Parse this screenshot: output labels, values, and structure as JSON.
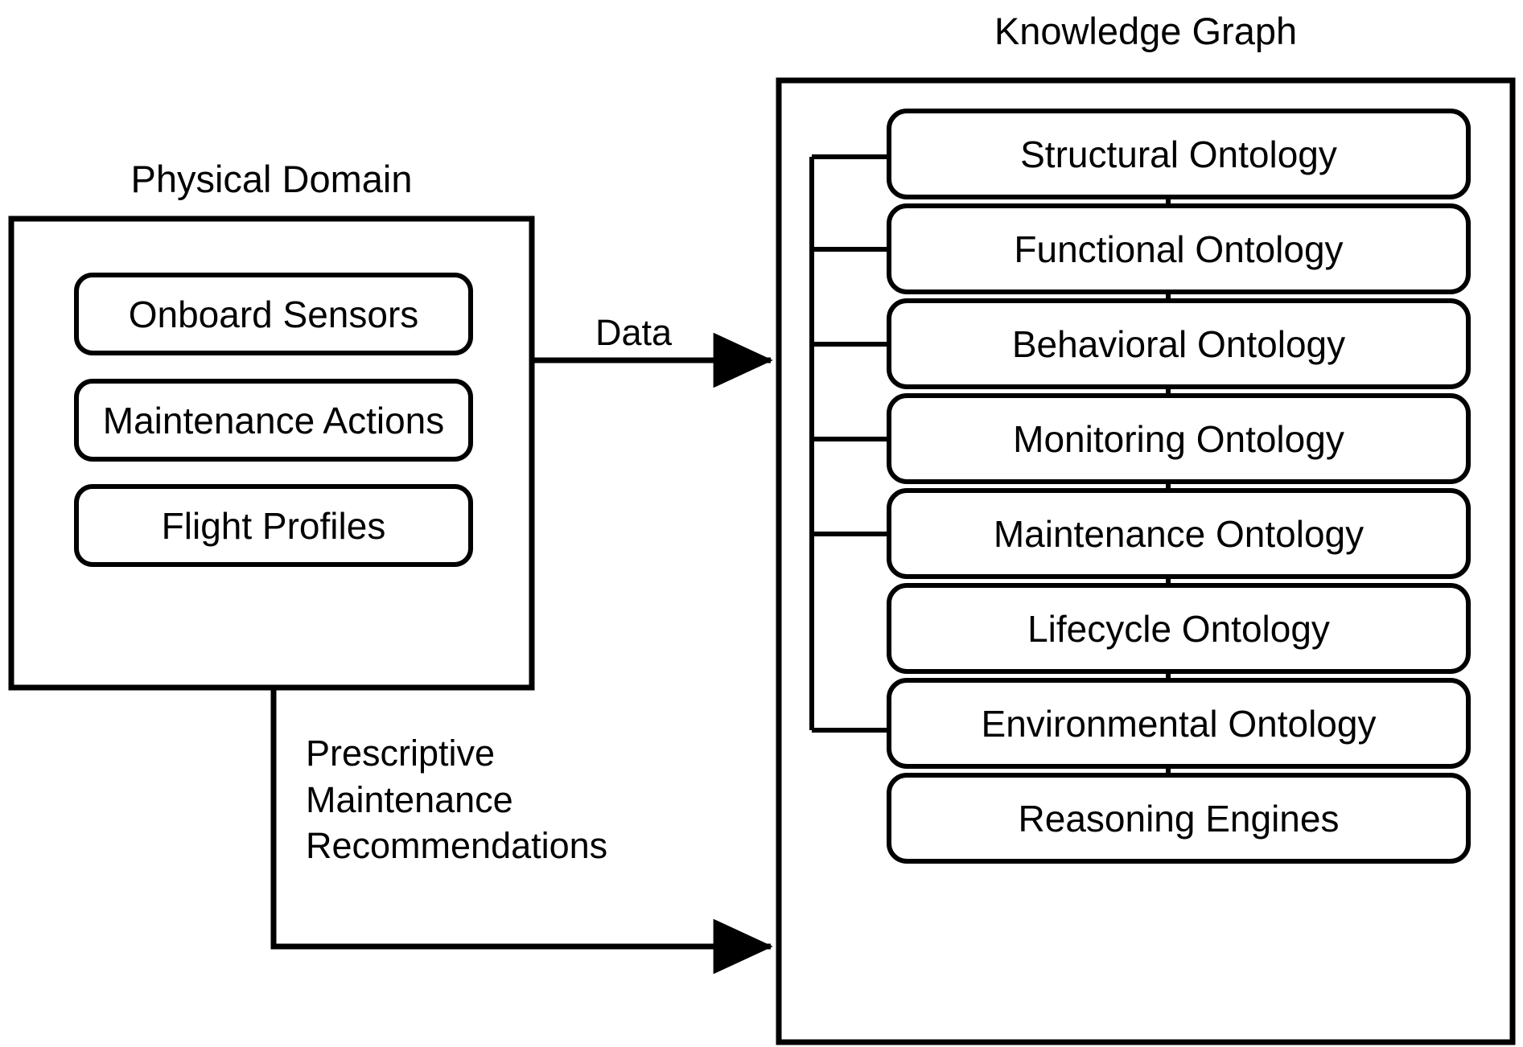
{
  "diagram": {
    "physical_domain": {
      "title": "Physical Domain",
      "items": [
        {
          "label": "Onboard Sensors"
        },
        {
          "label": "Maintenance Actions"
        },
        {
          "label": "Flight Profiles"
        }
      ]
    },
    "knowledge_graph": {
      "title": "Knowledge Graph",
      "items": [
        {
          "label": "Structural Ontology"
        },
        {
          "label": "Functional Ontology"
        },
        {
          "label": "Behavioral Ontology"
        },
        {
          "label": "Monitoring Ontology"
        },
        {
          "label": "Maintenance Ontology"
        },
        {
          "label": "Lifecycle Ontology"
        },
        {
          "label": "Environmental Ontology"
        },
        {
          "label": "Reasoning Engines"
        }
      ]
    },
    "edges": [
      {
        "label": "Data"
      },
      {
        "label": "Prescriptive\nMaintenance\nRecommendations"
      }
    ],
    "colors": {
      "stroke": "#000000",
      "background": "#ffffff",
      "text": "#000000"
    }
  }
}
